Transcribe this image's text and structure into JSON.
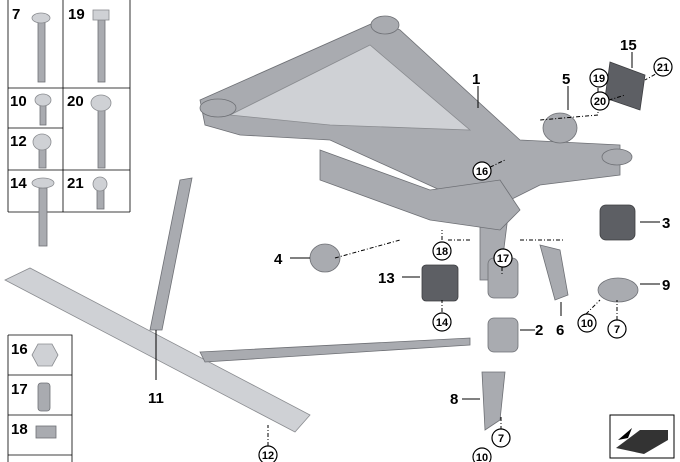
{
  "fastener_panel": {
    "cells": [
      {
        "label": "7"
      },
      {
        "label": "19"
      },
      {
        "label": "10"
      },
      {
        "label": "20"
      },
      {
        "label": "12"
      },
      {
        "label": "14"
      },
      {
        "label": "21"
      }
    ]
  },
  "small_parts_panel": {
    "cells": [
      {
        "label": "16"
      },
      {
        "label": "17"
      },
      {
        "label": "18"
      }
    ]
  },
  "callouts": {
    "plain": [
      "1",
      "5",
      "15",
      "3",
      "9",
      "2",
      "6",
      "8",
      "11",
      "13",
      "4"
    ],
    "circled": [
      "19",
      "20",
      "21",
      "16",
      "18",
      "17",
      "14",
      "10",
      "7",
      "7",
      "10",
      "12"
    ]
  }
}
